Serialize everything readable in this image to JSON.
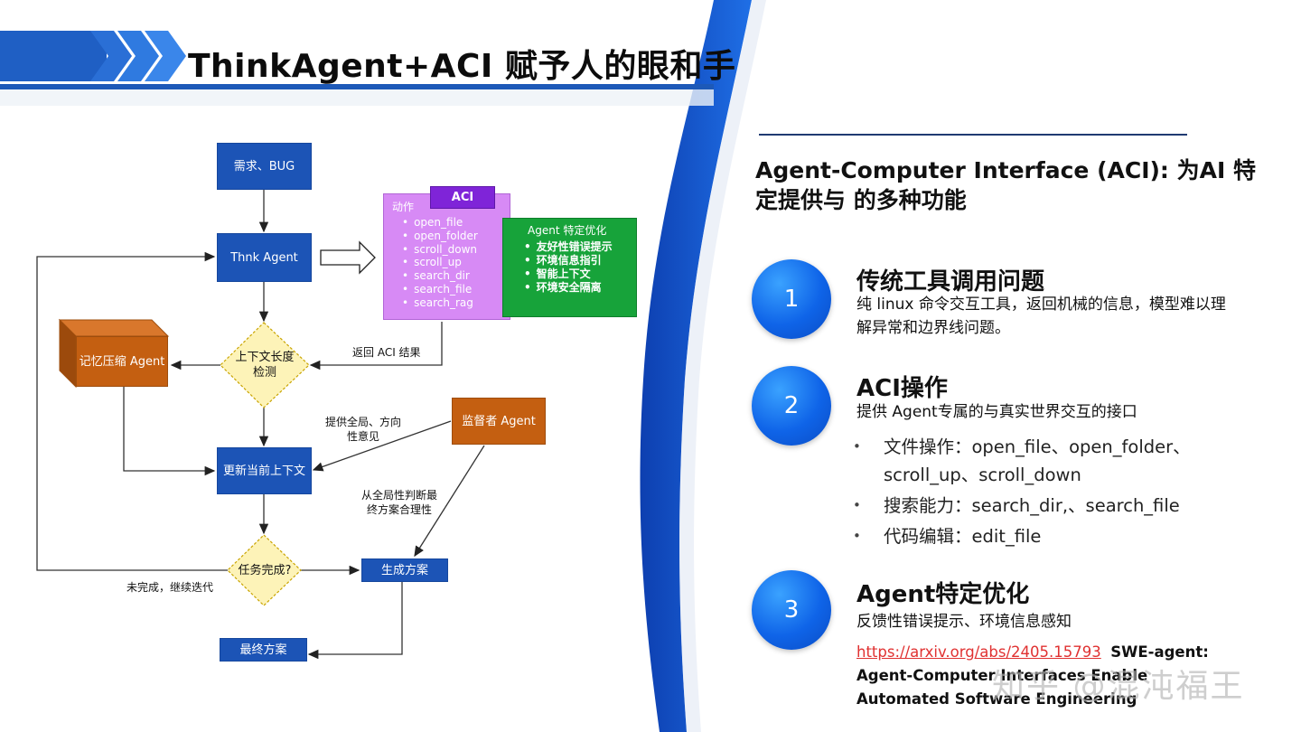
{
  "title": "ThinkAgent+ACI 赋予人的眼和手",
  "colors": {
    "primary_blue": "#1c54b6",
    "orange": "#c45f11",
    "diamond_fill": "#fdf3b8",
    "aci_purple": "#d78af5",
    "aci_tag": "#7f24d8",
    "opt_green": "#17a33a",
    "link_red": "#e03131"
  },
  "flowchart": {
    "nodes": {
      "requirement": "需求、BUG",
      "think_agent": "Thnk Agent",
      "context_check": [
        "上下文长度",
        "检测"
      ],
      "memory_agent": "记忆压缩 Agent",
      "update_context": "更新当前上下文",
      "supervisor": "监督者 Agent",
      "task_done": "任务完成?",
      "generate_plan": "生成方案",
      "final_plan": "最终方案"
    },
    "aci_panel": {
      "tag": "ACI",
      "heading": "动作",
      "actions": [
        "open_file",
        "open_folder",
        "scroll_down",
        "scroll_up",
        "search_dir",
        "search_file",
        "search_rag"
      ]
    },
    "opt_panel": {
      "heading": "Agent 特定优化",
      "items": [
        "友好性错误提示",
        "环境信息指引",
        "智能上下文",
        "环境安全隔离"
      ]
    },
    "edge_labels": {
      "return_aci": "返回 ACI 结果",
      "global_direction": [
        "提供全局、方向",
        "性意见"
      ],
      "global_judge": [
        "从全局性判断最",
        "终方案合理性"
      ],
      "not_done": "未完成，继续迭代"
    }
  },
  "panel": {
    "heading": "Agent-Computer Interface (ACI): 为AI 特定提供与 的多种功能",
    "sections": [
      {
        "number": "1",
        "title": "传统工具调用问题",
        "text": "纯 linux 命令交互工具，返回机械的信息，模型难以理解异常和边界线问题。"
      },
      {
        "number": "2",
        "title": "ACI操作",
        "text": "提供 Agent专属的与真实世界交互的接口",
        "bullets": [
          "文件操作：open_file、open_folder、scroll_up、scroll_down",
          "搜索能力：search_dir,、search_file",
          "代码编辑：edit_file"
        ]
      },
      {
        "number": "3",
        "title": "Agent特定优化",
        "text": "反馈性错误提示、环境信息感知"
      }
    ],
    "reference": {
      "link": "https://arxiv.org/abs/2405.15793",
      "title": "SWE-agent: Agent-Computer Interfaces Enable Automated Software Engineering"
    }
  },
  "watermark": "知乎 @混沌福王"
}
